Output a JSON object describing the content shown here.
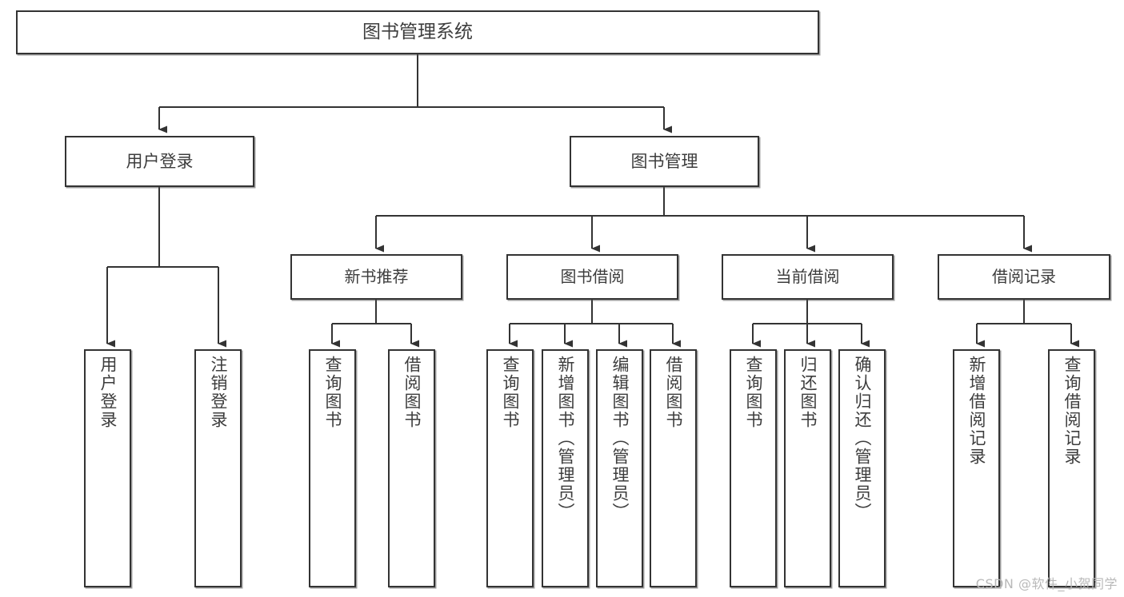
{
  "diagram": {
    "title": "图书管理系统",
    "watermark": "CSDN @软件_小贺同学",
    "colors": {
      "box_border": "#333333",
      "box_fill": "#ffffff",
      "text": "#3d3d3d",
      "edge": "#333333",
      "watermark": "#b9b9b9"
    },
    "root": {
      "label": "图书管理系统"
    },
    "level2": [
      {
        "label": "用户登录"
      },
      {
        "label": "图书管理"
      }
    ],
    "level3": [
      {
        "label": "新书推荐"
      },
      {
        "label": "图书借阅"
      },
      {
        "label": "当前借阅"
      },
      {
        "label": "借阅记录"
      }
    ],
    "leaves": {
      "user_login": [
        {
          "label": "用户登录"
        },
        {
          "label": "注销登录"
        }
      ],
      "new_book": [
        {
          "label": "查询图书"
        },
        {
          "label": "借阅图书"
        }
      ],
      "book_borrow": [
        {
          "label": "查询图书"
        },
        {
          "label": "新增图书（管理员）"
        },
        {
          "label": "编辑图书（管理员）"
        },
        {
          "label": "借阅图书"
        }
      ],
      "current_borrow": [
        {
          "label": "查询图书"
        },
        {
          "label": "归还图书"
        },
        {
          "label": "确认归还（管理员）"
        }
      ],
      "borrow_record": [
        {
          "label": "新增借阅记录"
        },
        {
          "label": "查询借阅记录"
        }
      ]
    }
  }
}
